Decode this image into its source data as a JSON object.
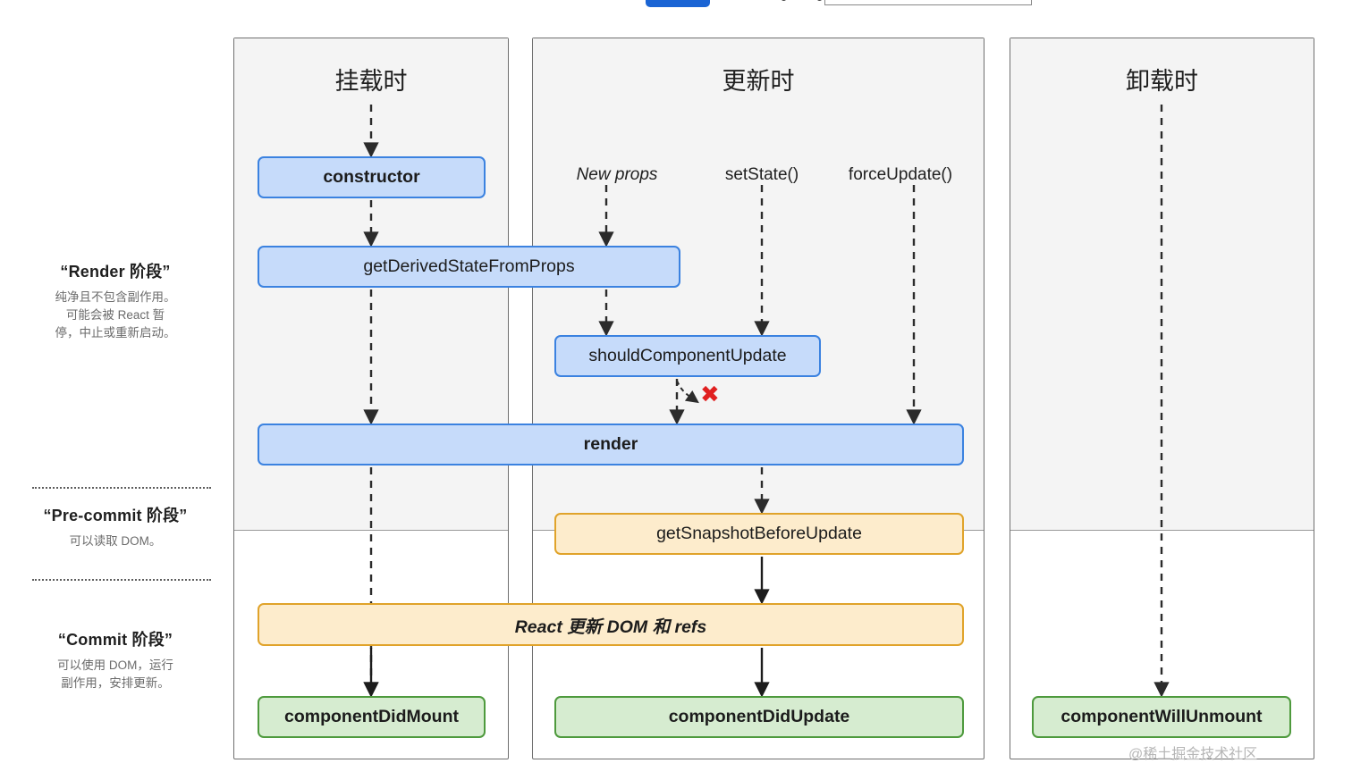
{
  "toolbar": {
    "primary_button_label": "",
    "input_value": ""
  },
  "phases": [
    {
      "id": "render",
      "title": "“Render 阶段”",
      "desc_lines": [
        "纯净且不包含副作用。",
        "可能会被 React 暂",
        "停，中止或重新启动。"
      ]
    },
    {
      "id": "pre-commit",
      "title": "“Pre-commit 阶段”",
      "desc_lines": [
        "可以读取 DOM。"
      ]
    },
    {
      "id": "commit",
      "title": "“Commit 阶段”",
      "desc_lines": [
        "可以使用 DOM，运行",
        "副作用，安排更新。"
      ]
    }
  ],
  "columns": [
    {
      "id": "mount",
      "title": "挂载时"
    },
    {
      "id": "update",
      "title": "更新时"
    },
    {
      "id": "unmount",
      "title": "卸载时"
    }
  ],
  "triggers": [
    {
      "id": "new-props",
      "label": "New props",
      "style": "italic"
    },
    {
      "id": "set-state",
      "label": "setState()",
      "style": "normal"
    },
    {
      "id": "force-update",
      "label": "forceUpdate()",
      "style": "normal"
    }
  ],
  "lifecycle_boxes": [
    {
      "id": "constructor",
      "label": "constructor",
      "color": "blue",
      "column": "mount"
    },
    {
      "id": "get-derived-state",
      "label": "getDerivedStateFromProps",
      "color": "blue",
      "column": "mount-update"
    },
    {
      "id": "should-component-update",
      "label": "shouldComponentUpdate",
      "color": "blue",
      "column": "update"
    },
    {
      "id": "render",
      "label": "render",
      "color": "blue",
      "column": "mount-update"
    },
    {
      "id": "get-snapshot",
      "label": "getSnapshotBeforeUpdate",
      "color": "orange",
      "column": "update"
    },
    {
      "id": "react-updates-dom",
      "label": "React 更新 DOM 和 refs",
      "color": "orange",
      "column": "mount-update"
    },
    {
      "id": "component-did-mount",
      "label": "componentDidMount",
      "color": "green",
      "column": "mount"
    },
    {
      "id": "component-did-update",
      "label": "componentDidUpdate",
      "color": "green",
      "column": "update"
    },
    {
      "id": "component-will-unmount",
      "label": "componentWillUnmount",
      "color": "green",
      "column": "unmount"
    }
  ],
  "annotations": {
    "abort_mark": "✖"
  },
  "watermark": "@稀土掘金技术社区",
  "colors": {
    "blue_fill": "#c6dbfa",
    "blue_border": "#3b82e0",
    "orange_fill": "#fdeccc",
    "orange_border": "#e0a32a",
    "green_fill": "#d6ecd0",
    "green_border": "#4e9a3d",
    "abort_red": "#e02020",
    "panel_grey": "#f4f4f4"
  }
}
